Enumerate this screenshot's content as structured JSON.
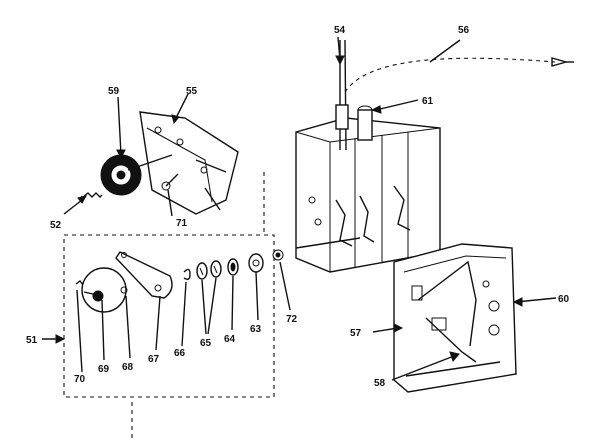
{
  "labels": {
    "l51": "51",
    "l52": "52",
    "l54": "54",
    "l55": "55",
    "l56": "56",
    "l57": "57",
    "l58": "58",
    "l59": "59",
    "l60": "60",
    "l61": "61",
    "l63": "63",
    "l64": "64",
    "l65": "65",
    "l66": "66",
    "l67": "67",
    "l68": "68",
    "l69": "69",
    "l70": "70",
    "l71": "71",
    "l72": "72"
  }
}
